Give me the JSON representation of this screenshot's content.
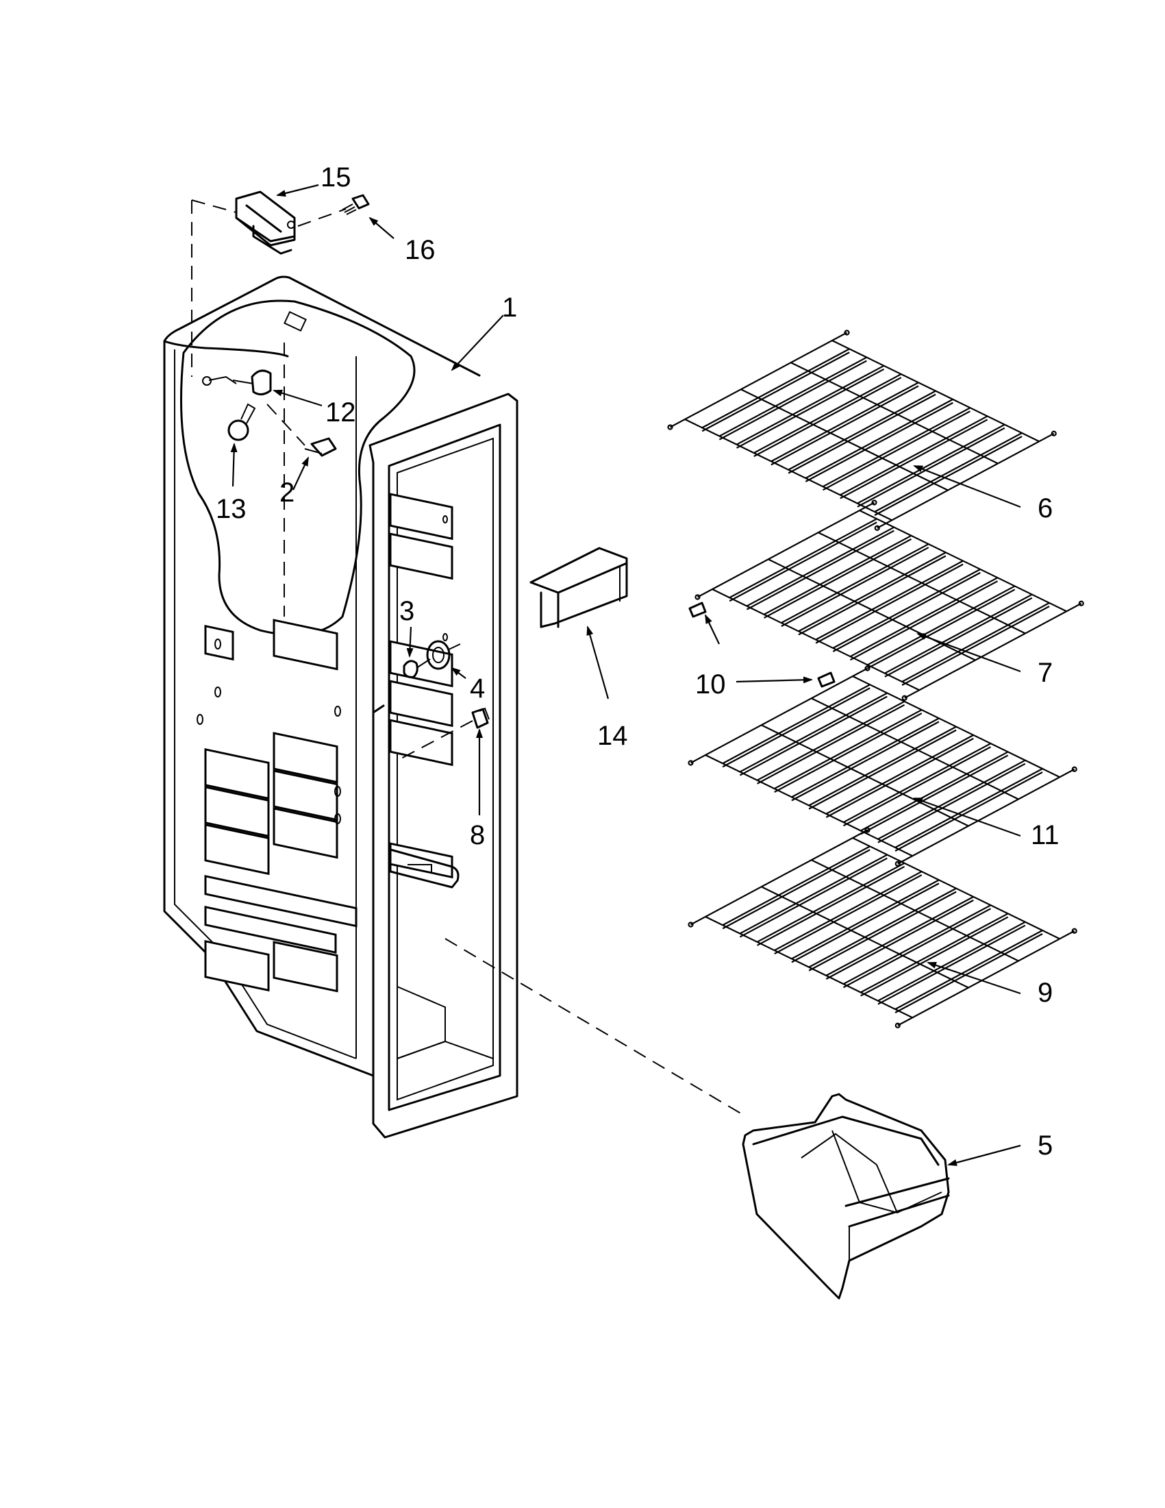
{
  "diagram": {
    "callouts": [
      {
        "key": "c1",
        "text": "1"
      },
      {
        "key": "c2",
        "text": "2"
      },
      {
        "key": "c3",
        "text": "3"
      },
      {
        "key": "c4",
        "text": "4"
      },
      {
        "key": "c5",
        "text": "5"
      },
      {
        "key": "c6",
        "text": "6"
      },
      {
        "key": "c7",
        "text": "7"
      },
      {
        "key": "c8",
        "text": "8"
      },
      {
        "key": "c9",
        "text": "9"
      },
      {
        "key": "c10",
        "text": "10"
      },
      {
        "key": "c11",
        "text": "11"
      },
      {
        "key": "c12",
        "text": "12"
      },
      {
        "key": "c13",
        "text": "13"
      },
      {
        "key": "c14",
        "text": "14"
      },
      {
        "key": "c15",
        "text": "15"
      },
      {
        "key": "c16",
        "text": "16"
      }
    ],
    "colors": {
      "line": "#000000",
      "background": "#ffffff"
    }
  }
}
